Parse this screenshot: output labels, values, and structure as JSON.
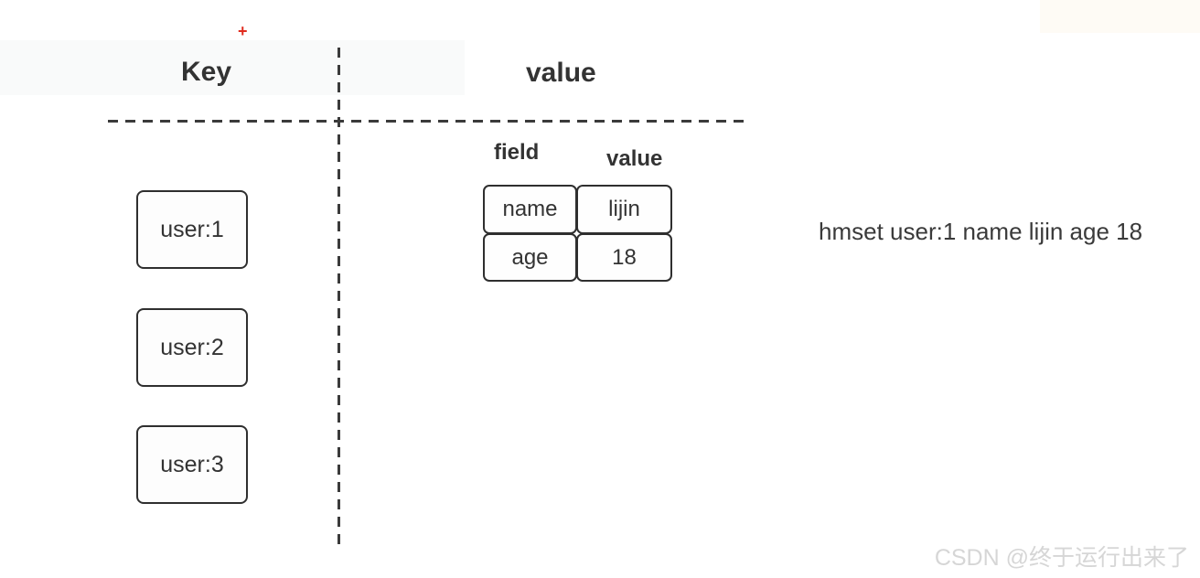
{
  "diagram": {
    "key_column": {
      "header": "Key",
      "keys": [
        "user:1",
        "user:2",
        "user:3"
      ]
    },
    "value_column": {
      "header": "value",
      "table": {
        "col_headers": [
          "field",
          "value"
        ],
        "rows": [
          [
            "name",
            "lijin"
          ],
          [
            "age",
            "18"
          ]
        ]
      }
    },
    "command": "hmset user:1 name lijin age 18",
    "cursor_glyph": "+",
    "watermark": "CSDN @终于运行出来了"
  },
  "colors": {
    "line": "#3b3b3b",
    "text": "#333333",
    "cursor_red": "#e02b1e",
    "watermark_gray": "#d6d6d6",
    "background": "#ffffff"
  }
}
